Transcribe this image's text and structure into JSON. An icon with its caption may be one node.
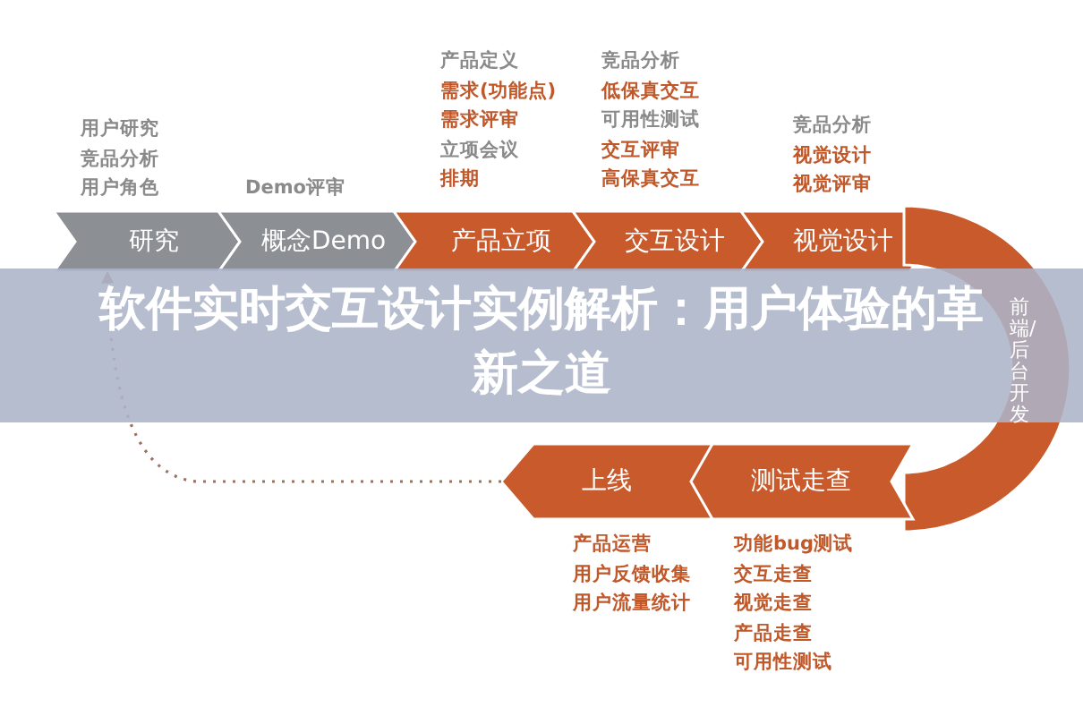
{
  "diagram": {
    "title": "软件实时交互设计实例解析：用户体验的革新之道",
    "nodes": [
      {
        "text": [
          "研究"
        ],
        "beside": [
          "用户研究",
          "竞品分析",
          "用户角色"
        ]
      },
      {
        "text": [
          "概念Demo"
        ],
        "beside": [
          "Demo评审"
        ]
      },
      {
        "text": [
          "产品立项"
        ],
        "beside": [
          "产品定义",
          "**需求(功能点)**",
          "**需求评审**",
          "立项会议",
          "**排期**"
        ]
      },
      {
        "text": [
          "交互设计"
        ],
        "beside": [
          "竞品分析",
          "**低保真交互**",
          "可用性测试",
          "**交互评审**",
          "**高保真交互**"
        ]
      },
      {
        "text": [
          "视觉设计"
        ],
        "beside": [
          "竞品分析",
          "**视觉设计**",
          "**视觉评审**"
        ]
      },
      {
        "text": [
          "前端/后台开发"
        ]
      },
      {
        "text": [
          "测试走查"
        ],
        "beside": [
          "功能bug测试",
          "交互走查",
          "视觉走查",
          "产品走查",
          "可用性测试"
        ]
      },
      {
        "text": [
          "上线"
        ],
        "beside": [
          "产品运营",
          "用户反馈收集",
          "用户流量统计"
        ]
      }
    ],
    "edges": [
      {
        "from": 7,
        "to": 0,
        "arrow": "to",
        "style": "dashed"
      }
    ]
  }
}
